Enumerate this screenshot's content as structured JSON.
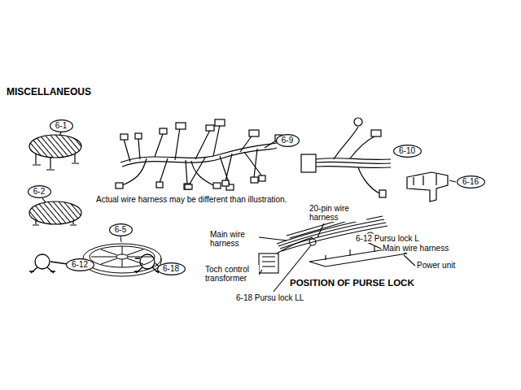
{
  "diagram": {
    "title": "MISCELLANEOUS",
    "caption": "POSITION OF PURSE LOCK",
    "nodes": [
      {
        "text": [
          "6-1"
        ]
      },
      {
        "text": [
          "6-9"
        ]
      },
      {
        "text": [
          "6-10"
        ]
      },
      {
        "text": [
          "6-16"
        ]
      },
      {
        "text": [
          "6-2"
        ]
      },
      {
        "text": [
          "6-5"
        ]
      },
      {
        "text": [
          "6-12"
        ]
      },
      {
        "text": [
          "6-18"
        ]
      }
    ],
    "labels": [
      "Actual wire harness may be different than illustration.",
      "20-pin wire harness",
      "Main wire harness",
      "6-12 Pursu lock L",
      "Main wire harness",
      "Toch control transformer",
      "6-18 Pursu lock LL",
      "Power unit"
    ]
  }
}
